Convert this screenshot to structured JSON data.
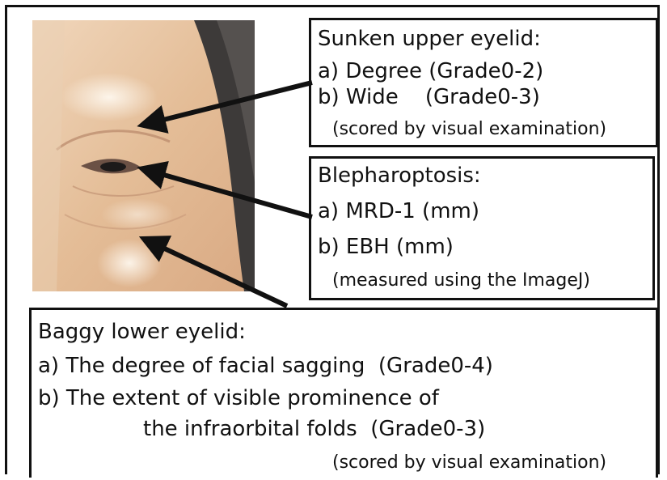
{
  "sunken_box": {
    "title": "Sunken upper eyelid:",
    "item_a": "a) Degree (Grade0-2)",
    "item_b": "b) Wide    (Grade0-3)",
    "note": "(scored by visual examination)"
  },
  "ptosis_box": {
    "title": "Blepharoptosis:",
    "item_a": "a) MRD-1 (mm)",
    "item_b": "b) EBH (mm)",
    "note": "(measured using the ImageJ)"
  },
  "baggy_box": {
    "title": "Baggy lower eyelid:",
    "item_a": "a) The degree of facial sagging  (Grade0-4)",
    "item_b_line1": "b) The extent of visible prominence of",
    "item_b_line2": "the infraorbital folds  (Grade0-3)",
    "note": "(scored by visual examination)"
  },
  "colors": {
    "text": "#111111",
    "border": "#111111",
    "skin": "#e6c29f",
    "hair": "#3d3a39"
  }
}
